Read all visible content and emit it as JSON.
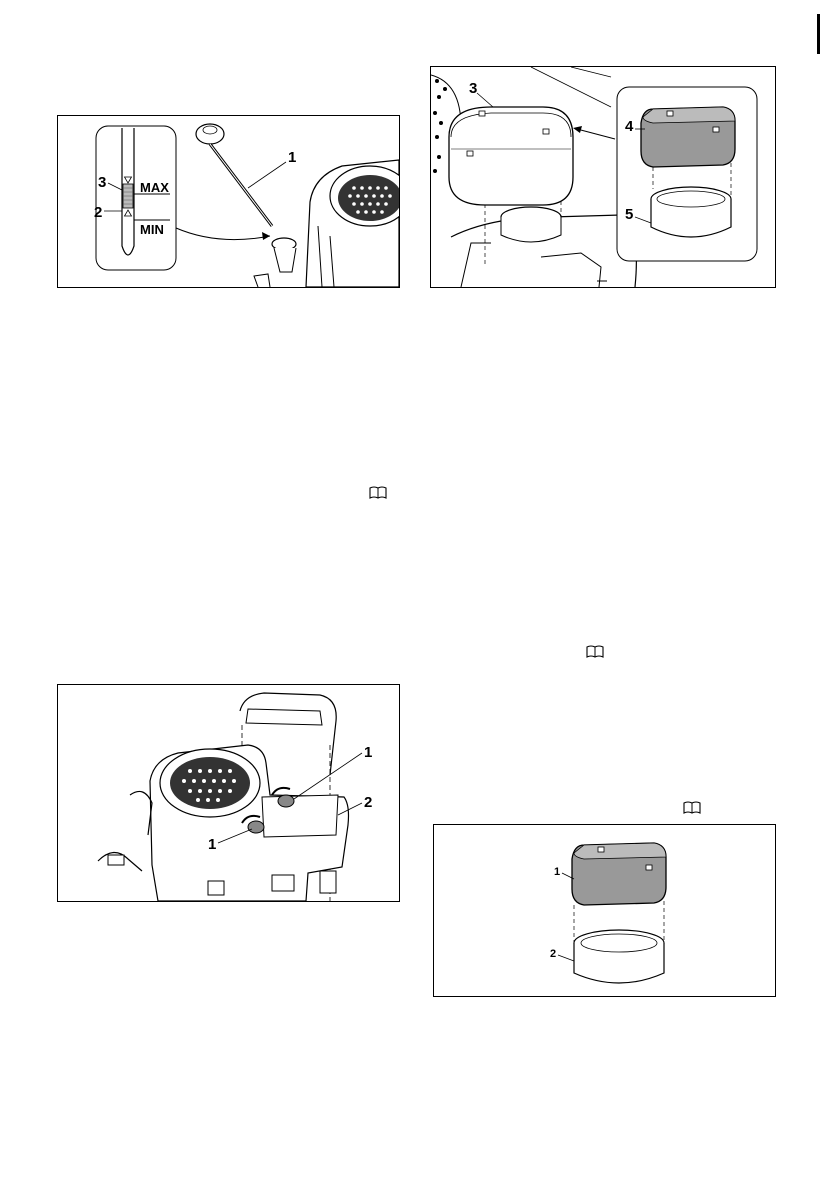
{
  "figures": {
    "dipstick": {
      "callouts": [
        "1",
        "2",
        "3"
      ],
      "gauge": {
        "max_label": "MAX",
        "min_label": "MIN"
      }
    },
    "engine_cover": {
      "callouts": [
        "1",
        "1",
        "2"
      ]
    },
    "air_filter_assembly": {
      "callouts": [
        "3",
        "4",
        "5"
      ]
    },
    "filter_elements": {
      "callouts": [
        "1",
        "2"
      ]
    }
  },
  "icons": [
    "manual-book-icon",
    "manual-book-icon",
    "manual-book-icon"
  ]
}
